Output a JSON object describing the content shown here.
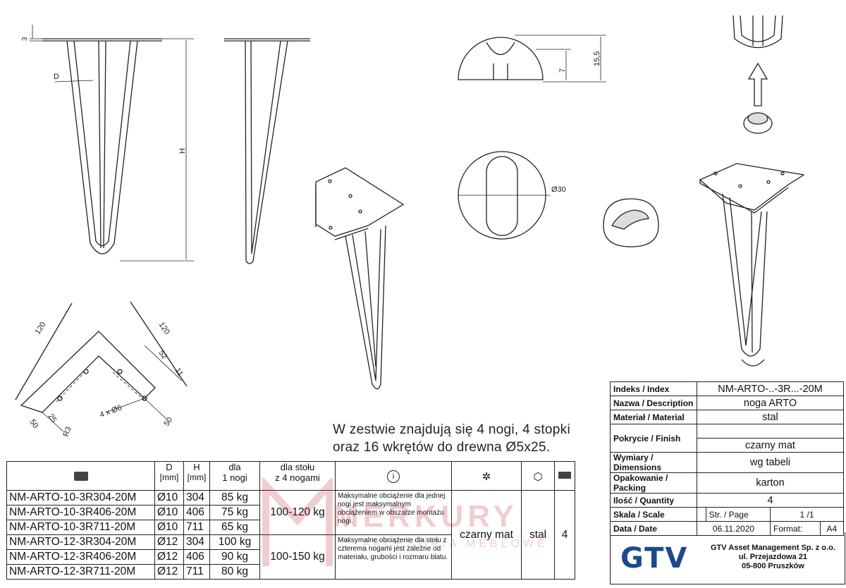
{
  "drawing": {
    "dims": {
      "d3": "3",
      "D": "D",
      "H": "H",
      "h155": "15,5",
      "h7": "7",
      "dia30": "Ø30",
      "d120a": "120",
      "d120b": "120",
      "d52": "52",
      "d11": "11",
      "d50a": "50",
      "d50b": "50",
      "d25": "25",
      "r3": "R3",
      "holes": "4 x Ø6"
    }
  },
  "note": {
    "line1": "W zestwie znajdują się 4 nogi, 4 stopki",
    "line2": "oraz 16 wkrętów do drewna Ø5x25."
  },
  "table": {
    "headers": {
      "d": "D",
      "d_unit": "[mm]",
      "h": "H",
      "h_unit": "[mm]",
      "dla1": "dla",
      "dla1b": "1 nogi",
      "dla4": "dla stołu",
      "dla4b": "z 4 nogami",
      "info_icon": "info-icon",
      "folder_icon": "folder-icon",
      "recycle_icon": "recycle-icon",
      "boxes_icon": "boxes-icon",
      "carton_icon": "carton-icon"
    },
    "rows": [
      {
        "index": "NM-ARTO-10-3R304-20M",
        "d": "Ø10",
        "h": "304",
        "load": "85 kg"
      },
      {
        "index": "NM-ARTO-10-3R406-20M",
        "d": "Ø10",
        "h": "406",
        "load": "75 kg"
      },
      {
        "index": "NM-ARTO-10-3R711-20M",
        "d": "Ø10",
        "h": "711",
        "load": "65 kg"
      },
      {
        "index": "NM-ARTO-12-3R304-20M",
        "d": "Ø12",
        "h": "304",
        "load": "100 kg"
      },
      {
        "index": "NM-ARTO-12-3R406-20M",
        "d": "Ø12",
        "h": "406",
        "load": "90 kg"
      },
      {
        "index": "NM-ARTO-12-3R711-20M",
        "d": "Ø12",
        "h": "711",
        "load": "80 kg"
      }
    ],
    "table_load_1": "100-120 kg",
    "table_load_2": "100-150 kg",
    "desc1": "Maksymalne obciążenie dla jednej nogi jest maksymalnym obciążeniem w obszarze montażu nogi.",
    "desc2": "Maksymalne obciążenie dla stołu z czterema nogami jest zależne od materiału, grubości i rozmaru blatu.",
    "finish": "czarny mat",
    "material": "stal",
    "qty": "4"
  },
  "watermark": {
    "brand": "MERKURY",
    "tagline": "AKCESORIA MEBLOWE"
  },
  "titleblock": {
    "index_k": "Indeks / Index",
    "index_v": "NM-ARTO-..-3R...-20M",
    "name_k": "Nazwa / Description",
    "name_v": "noga ARTO",
    "mat_k": "Materiał / Material",
    "mat_v": "stal",
    "fin_k": "Pokrycie / Finish",
    "fin_v": "czarny mat",
    "dim_k": "Wymiary / Dimensions",
    "dim_v": "wg tabeli",
    "pack_k": "Opakowanie / Packing",
    "pack_v": "karton",
    "qty_k": "Ilość / Quantity",
    "qty_v": "4",
    "scale_k": "Skala / Scale",
    "page_k": "Str. / Page",
    "page_v": "1 /1",
    "date_k": "Data / Date",
    "date_v": "06.11.2020",
    "format_k": "Format:",
    "format_v": "A4",
    "logo": "GTV",
    "addr1": "GTV Asset Management Sp. z o.o.",
    "addr2": "ul. Przejazdowa 21",
    "addr3": "05-800 Pruszków"
  }
}
